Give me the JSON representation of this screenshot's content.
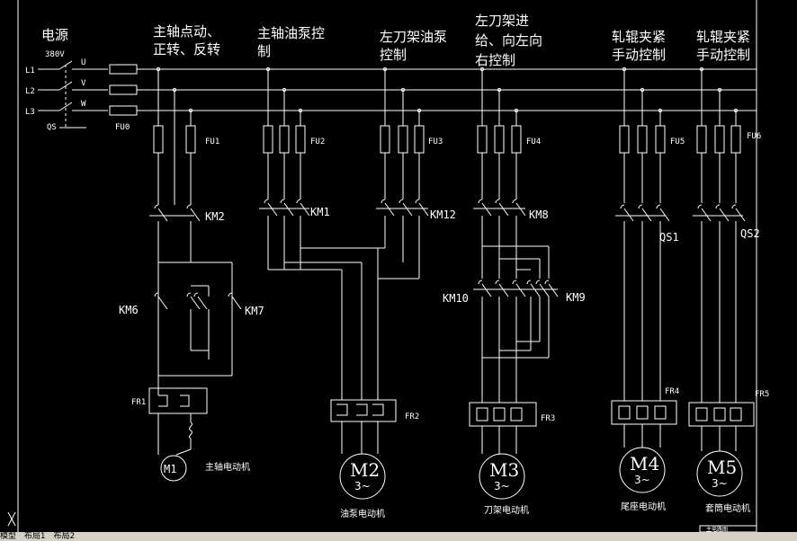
{
  "sections": [
    {
      "id": "power",
      "lines": [
        "电源"
      ]
    },
    {
      "id": "main",
      "lines": [
        "主轴点动、",
        "正转、反转"
      ]
    },
    {
      "id": "pump",
      "lines": [
        "主轴油泵控",
        "制"
      ]
    },
    {
      "id": "lpump",
      "lines": [
        "左刀架油泵",
        "控制"
      ]
    },
    {
      "id": "lfeed",
      "lines": [
        "左刀架进",
        "给、向左向",
        "右控制"
      ]
    },
    {
      "id": "clamp1",
      "lines": [
        "轧辊夹紧",
        "手动控制"
      ]
    },
    {
      "id": "clamp2",
      "lines": [
        "轧辊夹紧",
        "手动控制"
      ]
    }
  ],
  "supply": {
    "voltage": "380V",
    "lines": [
      "L1",
      "L2",
      "L3"
    ],
    "phases": [
      "U",
      "V",
      "W"
    ],
    "switch": "QS",
    "fuse": "FU0"
  },
  "fuses": [
    "FU1",
    "FU2",
    "FU3",
    "FU4",
    "FU5",
    "FU6"
  ],
  "contactors": [
    "KM2",
    "KM1",
    "KM12",
    "KM8",
    "KM6",
    "KM7",
    "KM10",
    "KM9"
  ],
  "switches": [
    "QS1",
    "QS2"
  ],
  "relays": [
    "FR1",
    "FR2",
    "FR3",
    "FR4",
    "FR5"
  ],
  "motors": [
    {
      "id": "M1",
      "label": "M1",
      "sub": "",
      "caption": "主轴电动机"
    },
    {
      "id": "M2",
      "label": "M2",
      "sub": "3~",
      "caption": "油泵电动机"
    },
    {
      "id": "M3",
      "label": "M3",
      "sub": "3~",
      "caption": "刀架电动机"
    },
    {
      "id": "M4",
      "label": "M4",
      "sub": "3~",
      "caption": "尾座电动机"
    },
    {
      "id": "M5",
      "label": "M5",
      "sub": "3~",
      "caption": "套筒电动机"
    }
  ],
  "title_block": "主电路图",
  "tabs": [
    "模型",
    "布局1",
    "布局2"
  ]
}
